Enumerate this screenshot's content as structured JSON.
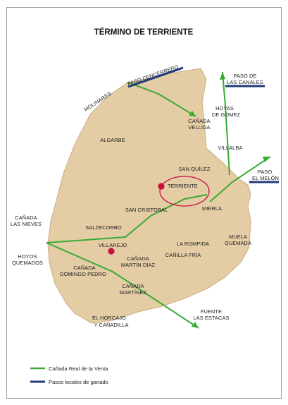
{
  "title": "TÉRMINO DE TERRIENTE",
  "colors": {
    "territory": "#e4cca4",
    "territory_border": "#c9ad82",
    "canada_real": "#3aaa35",
    "pasos_locales": "#1f3a7a",
    "village_dot": "#c8103e",
    "highlight_ring": "#c8103e"
  },
  "places": {
    "algarbe": "ALGARBE",
    "san_quilez": "SAN QUÍLEZ",
    "terriente": "TERRIENTE",
    "san_cristobal": "SAN CRISTOBAL",
    "mierla": "MIERLA",
    "salzecorbo": "SALZECORBO",
    "villarejo": "VILLAREJO",
    "la_rompida": "LA ROMPIDA",
    "canilla_fria": "CAÑILLA FRÍA",
    "muela_quemada": [
      "MUELA",
      "QUEMADA"
    ],
    "canada_martin_diaz": [
      "CAÑADA",
      "MARTÍN DÍAZ"
    ],
    "canada_domingo_pedro": [
      "CAÑADA",
      "DOMINGO PEDRO"
    ],
    "canada_martinez": [
      "CAÑADA",
      "MARTÍNEZ"
    ],
    "el_horcajo": [
      "EL HORCAJO",
      "Y CAÑADILLA"
    ],
    "canada_vellida": [
      "CAÑADA",
      "VELLIDA"
    ],
    "hoyas_de_gomez": [
      "HOYAS",
      "DE GÓMEZ"
    ],
    "villalba": "VILLALBA"
  },
  "borders": {
    "molinares": "MOLINARES",
    "canada_las_nieves": [
      "CAÑADA",
      "LAS NIEVES"
    ],
    "hoyos_quemados": [
      "HOYOS",
      "QUEMADOS"
    ],
    "fuente_las_estacas": [
      "FUENTE",
      "LAS ESTACAS"
    ]
  },
  "pasos": {
    "paso_cencerrero": "PASO CENCERRERO",
    "paso_de_las_canales": [
      "PASO DE",
      "LAS CANALES"
    ],
    "paso_el_melon": [
      "PASO",
      "EL MELÓN"
    ]
  },
  "legend": {
    "canada_real": "Cañada Real de la Venta",
    "pasos_locales": "Pasos locales de ganado"
  }
}
